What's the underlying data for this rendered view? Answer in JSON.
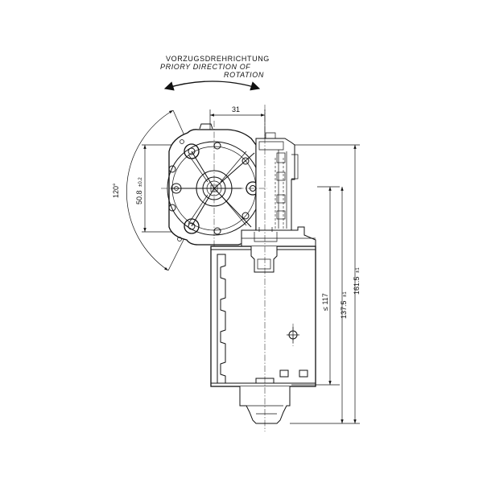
{
  "rotation": {
    "line_de": "VORZUGSDREHRICHTUNG",
    "line_en_1": "PRIORY DIRECTION OF",
    "line_en_2": "ROTATION"
  },
  "dimensions": {
    "width_top": "31",
    "bolt_spacing": "50.8",
    "bolt_spacing_tol": "±0.2",
    "angle": "120°",
    "body_height": "≤ 117",
    "height_mid": "137.5",
    "height_mid_tol": "±1",
    "height_total": "161.5",
    "height_total_tol": "±1"
  }
}
